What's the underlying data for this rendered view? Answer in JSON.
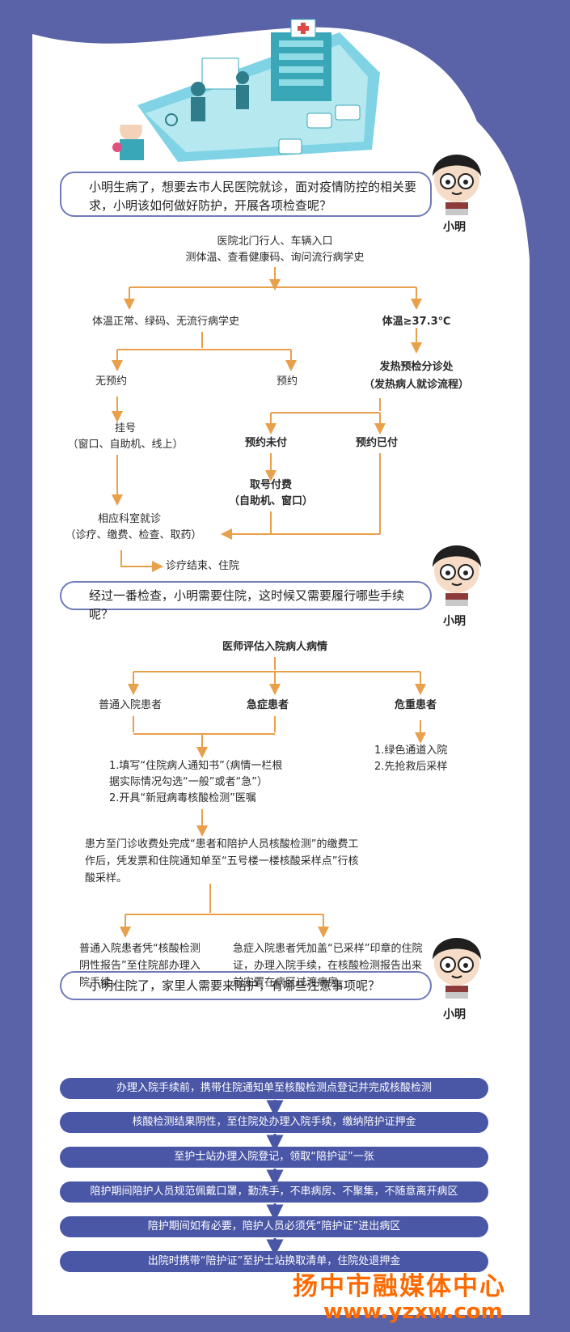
{
  "q1": "小明生病了，想要去市人民医院就诊，面对疫情防控的相关要求，小明该如何做好防护，开展各项检查呢？",
  "q2": "经过一番检查，小明需要住院，这时候又需要履行哪些手续呢？",
  "q3": "小明住院了，家里人需要来陪护，有哪些注意事项呢？",
  "character_name": "小明",
  "flow1": {
    "entry_1": "医院北门行人、车辆入口",
    "entry_2": "测体温、查看健康码、询问流行病学史",
    "normal": "体温正常、绿码、无流行病学史",
    "fever": "体温≥37.3℃",
    "no_appt": "无预约",
    "appt": "预约",
    "fever_clinic_1": "发热预检分诊处",
    "fever_clinic_2": "（发热病人就诊流程）",
    "register_1": "挂号",
    "register_2": "（窗口、自助机、线上）",
    "appt_unpaid": "预约未付",
    "appt_paid": "预约已付",
    "pay_1": "取号付费",
    "pay_2": "（自助机、窗口）",
    "dept_1": "相应科室就诊",
    "dept_2": "（诊疗、缴费、检查、取药）",
    "end": "诊疗结束、住院"
  },
  "flow2": {
    "assess": "医师评估入院病人病情",
    "regular": "普通入院患者",
    "emergency": "急症患者",
    "critical": "危重患者",
    "critical_1": "1.绿色通道入院",
    "critical_2": "2.先抢救后采样",
    "fill_1": "1.填写“住院病人通知书”（病情一栏根",
    "fill_2": "据实际情况勾选“一般”或者“急”）",
    "fill_3": "2.开具“新冠病毒核酸检测”医嘱",
    "pay_text": "患方至门诊收费处完成“患者和陪护人员核酸检测”的缴费工作后，凭发票和住院通知单至“五号楼一楼核酸采样点”行核酸采样。",
    "regular_result": "普通入院患者凭“核酸检测阴性报告”至住院部办理入院手续。",
    "emergency_result": "急症入院患者凭加盖“已采样”印章的住院证，办理入院手续，在核酸检测报告出来前安置在病区过渡病房。"
  },
  "steps": [
    "办理入院手续前，携带住院通知单至核酸检测点登记并完成核酸检测",
    "核酸检测结果阴性，至住院处办理入院手续，缴纳陪护证押金",
    "至护士站办理入院登记，领取“陪护证”一张",
    "陪护期间陪护人员规范佩戴口罩，勤洗手，不串病房、不聚集，不随意离开病区",
    "陪护期间如有必要，陪护人员必须凭“陪护证”进出病区",
    "出院时携带“陪护证”至护士站换取清单，住院处退押金"
  ],
  "watermark": {
    "text": "扬中市融媒体中心",
    "url": "www.yzxw.com"
  },
  "colors": {
    "background": "#5a62a8",
    "arrow": "#e8a04a",
    "pill": "#4a56a6",
    "bubble_border": "#6f7ab8",
    "watermark": "#ff6a00"
  }
}
